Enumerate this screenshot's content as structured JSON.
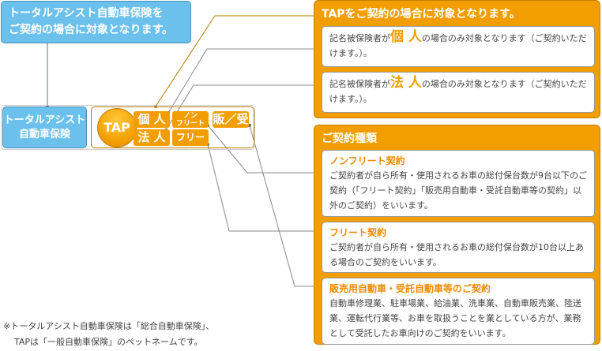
{
  "top_box": {
    "line1": "トータルアシスト自動車保険を",
    "line2": "ご契約の場合に対象となります。"
  },
  "product_box": {
    "line1": "トータルアシスト",
    "line2": "自動車保険"
  },
  "tap_badge": "TAP",
  "chips": {
    "kojin": "個 人",
    "nonfleet_1": "ノン",
    "nonfleet_2": "フリート",
    "hanju": "販／受",
    "hojin": "法 人",
    "fleet": "フリート"
  },
  "panel1": {
    "title": "TAPをご契約の場合に対象となります。",
    "items": [
      {
        "pre": "記名被保険者が",
        "hl": "個 人",
        "post": "の場合のみ対象となります（ご契約いただけます。）。"
      },
      {
        "pre": "記名被保険者が",
        "hl": "法 人",
        "post": "の場合のみ対象となります（ご契約いただけます。）。"
      }
    ]
  },
  "panel2": {
    "title": "ご契約種類",
    "items": [
      {
        "title": "ノンフリート契約",
        "text": "ご契約者が自ら所有・使用されるお車の総付保台数が9台以下のご契約（「フリート契約」「販売用自動車・受託自動車等の契約」以外のご契約）をいいます。"
      },
      {
        "title": "フリート契約",
        "text": "ご契約者が自ら所有・使用されるお車の総付保台数が10台以上ある場合のご契約をいいます。"
      },
      {
        "title": "販売用自動車・受託自動車等のご契約",
        "text": "自動車修理業、駐車場業、給油業、洗車業、自動車販売業、陸送業、運転代行業等、お車を取扱うことを業としている方が、業務として受託したお車向けのご契約をいいます。"
      }
    ]
  },
  "footnote": {
    "line1": "※トータルアシスト自動車保険は「総合自動車保険」、",
    "line2": "TAPは「一般自動車保険」のペットネームです。"
  }
}
